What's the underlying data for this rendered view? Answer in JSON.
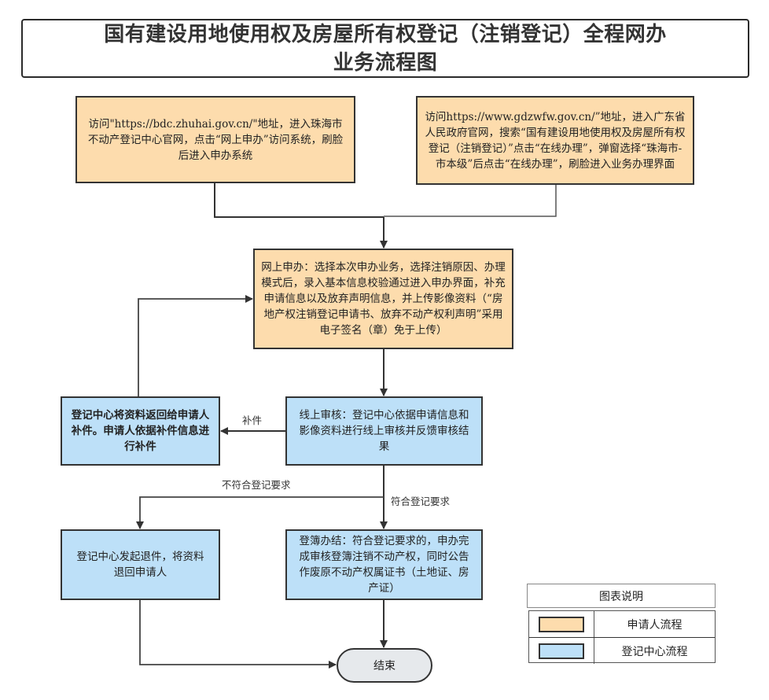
{
  "title": {
    "line1": "国有建设用地使用权及房屋所有权登记（注销登记）全程网办",
    "line2": "业务流程图"
  },
  "colors": {
    "applicant": "#fddcad",
    "center": "#bde0f8",
    "terminal": "#e6e9ec",
    "stroke": "#333333"
  },
  "nodes": {
    "access_zhuhai": {
      "role": "applicant",
      "text": "访问\"https://bdc.zhuhai.gov.cn/\"地址，进入珠海市不动产登记中心官网，点击“网上申办”访问系统，刷脸后进入申办系统"
    },
    "access_gdzwfw": {
      "role": "applicant",
      "text": "访问https://www.gdzwfw.gov.cn/”地址，进入广东省人民政府官网，搜索“国有建设用地使用权及房屋所有权登记（注销登记）”点击“在线办理”，弹窗选择“珠海市-市本级”后点击“在线办理”，刷脸进入业务办理界面"
    },
    "online_apply": {
      "role": "applicant",
      "text": "网上申办：选择本次申办业务，选择注销原因、办理模式后，录入基本信息校验通过进入申办界面，补充申请信息以及放弃声明信息，并上传影像资料（“房地产权注销登记申请书、放弃不动产权利声明”采用电子签名（章）免于上传）"
    },
    "online_review": {
      "role": "center",
      "text": "线上审核：登记中心依据申请信息和影像资料进行线上审核并反馈审核结果"
    },
    "supplement": {
      "role": "center",
      "text": "登记中心将资料返回给申请人补件。申请人依据补件信息进行补件"
    },
    "return_case": {
      "role": "center",
      "text": "登记中心发起退件，将资料退回申请人"
    },
    "register_complete": {
      "role": "center",
      "text": "登簿办结：符合登记要求的，申办完成审核登簿注销不动产权，同时公告作废原不动产权属证书（土地证、房产证）"
    },
    "end": {
      "role": "terminal",
      "text": "结束"
    }
  },
  "edge_labels": {
    "supplement": "补件",
    "not_compliant": "不符合登记要求",
    "compliant": "符合登记要求"
  },
  "edges": [
    {
      "from": "access_zhuhai",
      "to": "online_apply"
    },
    {
      "from": "access_gdzwfw",
      "to": "online_apply"
    },
    {
      "from": "online_apply",
      "to": "online_review"
    },
    {
      "from": "online_review",
      "to": "supplement",
      "label": "补件"
    },
    {
      "from": "supplement",
      "to": "online_apply"
    },
    {
      "from": "online_review",
      "to": "return_case",
      "label": "不符合登记要求"
    },
    {
      "from": "online_review",
      "to": "register_complete",
      "label": "符合登记要求"
    },
    {
      "from": "register_complete",
      "to": "end"
    },
    {
      "from": "return_case",
      "to": "end"
    }
  ],
  "legend": {
    "title": "图表说明",
    "items": [
      {
        "label": "申请人流程",
        "color": "#fddcad"
      },
      {
        "label": "登记中心流程",
        "color": "#bde0f8"
      }
    ]
  }
}
